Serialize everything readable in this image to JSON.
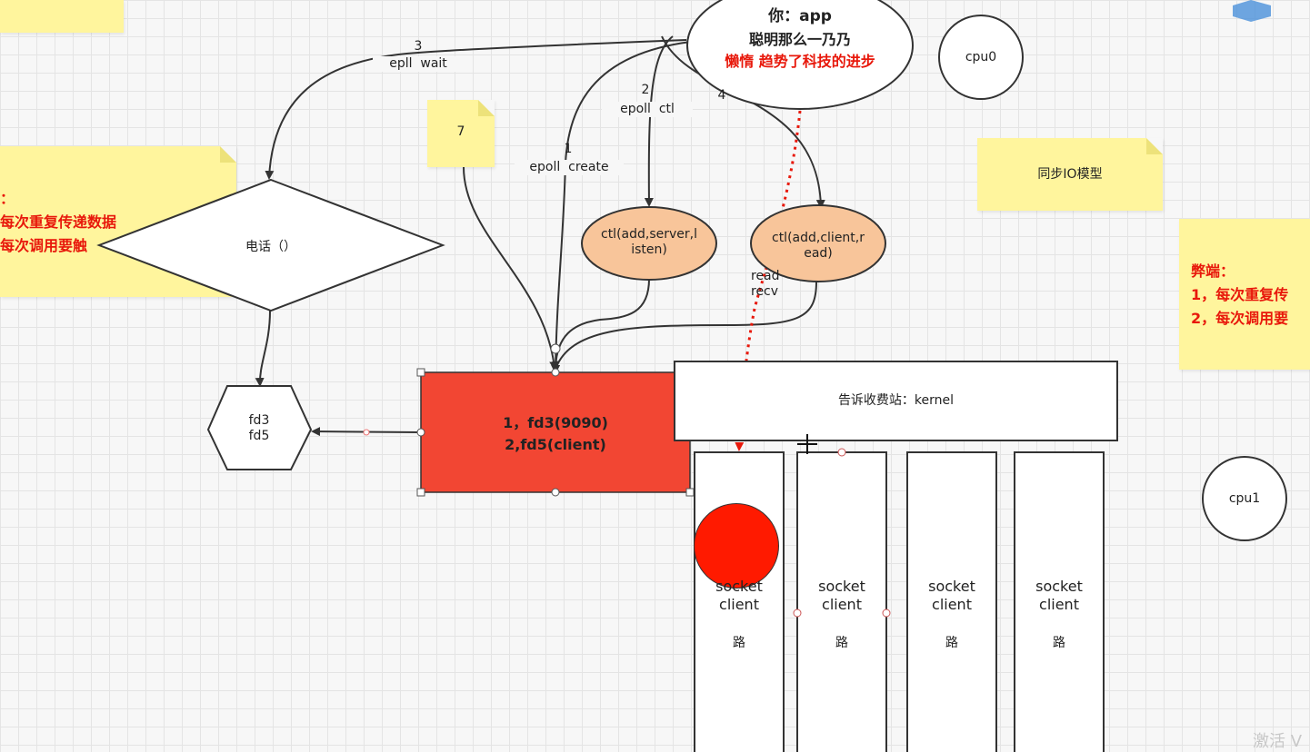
{
  "app_bubble": {
    "line1": "你：app",
    "line2": "聪明那么一乃乃",
    "line3": "懒惰 趋势了科技的进步"
  },
  "steps": {
    "epoll_create": {
      "num": "1",
      "label": "epoll  create"
    },
    "epoll_ctl": {
      "num": "2",
      "label": "epoll  ctl"
    },
    "epoll_wait": {
      "num": "3",
      "label": "epll  wait"
    },
    "step4": {
      "num": "4"
    }
  },
  "ctl_server": "ctl(add,server,l\nisten)",
  "ctl_client": "ctl(add,client,r\nead)",
  "read_recv": "read\nrecv",
  "diamond": "电话（）",
  "hexagon": "fd3\nfd5",
  "red_box": {
    "line1": "1，fd3(9090)",
    "line2": "2,fd5(client)"
  },
  "kernel": "告诉收费站：kernel",
  "sockets": [
    {
      "text": "socket\nclient",
      "sub": "路"
    },
    {
      "text": "socket\nclient",
      "sub": "路"
    },
    {
      "text": "socket\nclient",
      "sub": "路"
    },
    {
      "text": "socket\nclient",
      "sub": "路"
    }
  ],
  "cpu0": "cpu0",
  "cpu1": "cpu1",
  "note7": "7",
  "note_sync": "同步IO模型",
  "left_note": {
    "line0": "：",
    "line1": "每次重复传递数据",
    "line2": "每次调用要触"
  },
  "right_note": {
    "title": "弊端：",
    "line1": "1，每次重复传",
    "line2": "2，每次调用要"
  },
  "watermark": "激活 V",
  "colors": {
    "red_box": "#f24633",
    "orange": "#f8c59a",
    "note": "#fff59d",
    "red_text": "#e8180b",
    "red_ball": "#ff1a00"
  }
}
